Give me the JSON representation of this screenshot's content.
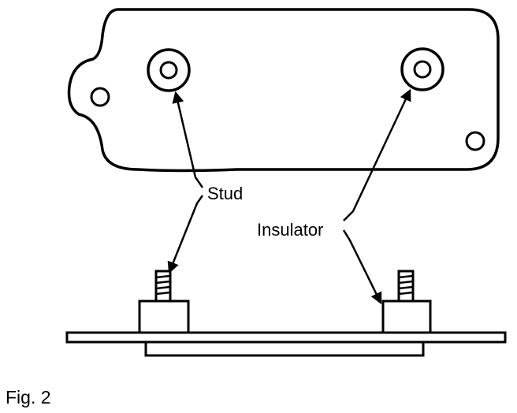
{
  "labels": {
    "stud": "Stud",
    "insulator": "Insulator"
  },
  "caption": "Fig. 2",
  "colors": {
    "line": "#000000",
    "background": "#ffffff"
  }
}
